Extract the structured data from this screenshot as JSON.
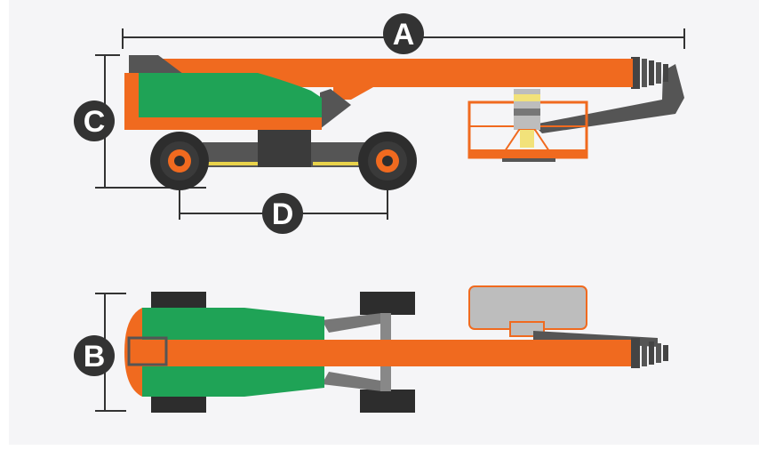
{
  "labels": {
    "a": "A",
    "b": "B",
    "c": "C",
    "d": "D"
  },
  "colors": {
    "background": "#f5f5f7",
    "boom_orange": "#f06a1f",
    "body_green": "#1fa356",
    "tire_dark": "#2d2d2d",
    "arm_gray": "#555555",
    "platform_gray": "#bdbdbd",
    "badge_dark": "#333333"
  }
}
